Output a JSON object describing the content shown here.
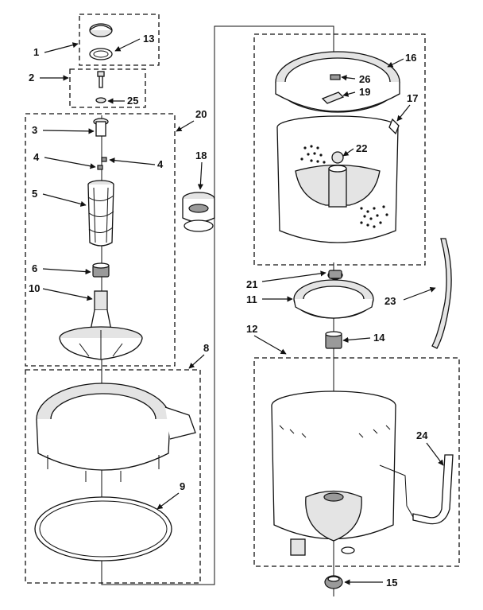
{
  "callouts": {
    "c1": "1",
    "c2": "2",
    "c3": "3",
    "c4a": "4",
    "c4b": "4",
    "c5": "5",
    "c6": "6",
    "c8": "8",
    "c9": "9",
    "c10": "10",
    "c11": "11",
    "c12": "12",
    "c13": "13",
    "c14": "14",
    "c15": "15",
    "c16": "16",
    "c17": "17",
    "c18": "18",
    "c19": "19",
    "c20": "20",
    "c21": "21",
    "c22": "22",
    "c23": "23",
    "c24": "24",
    "c25": "25",
    "c26": "26"
  }
}
